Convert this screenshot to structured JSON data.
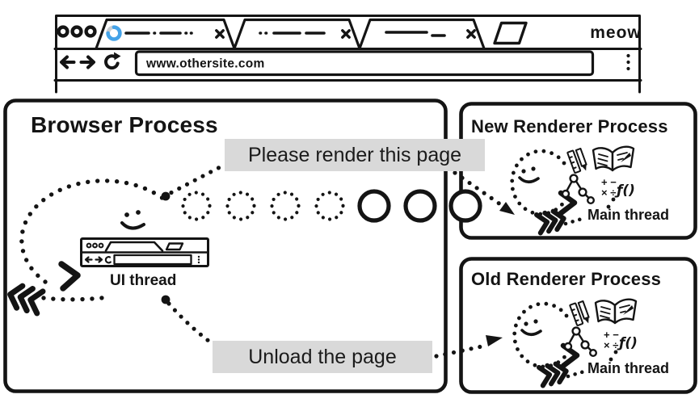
{
  "window": {
    "brand": "meow",
    "url": "www.othersite.com",
    "tab_count": 3
  },
  "processes": {
    "browser": {
      "title": "Browser Process",
      "thread_label": "UI thread"
    },
    "new_renderer": {
      "title": "New Renderer Process",
      "thread_label": "Main thread"
    },
    "old_renderer": {
      "title": "Old Renderer Process",
      "thread_label": "Main thread"
    }
  },
  "messages": {
    "render_page": "Please render this page",
    "unload_page": "Unload the page"
  },
  "glyphs": {
    "math_row1": "+ −",
    "math_row2": "× ÷",
    "function_sign": "ƒ()"
  },
  "colors": {
    "ink": "#141414",
    "label_bg": "#d9d9d9",
    "spinner_blue": "#45a3e8",
    "spinner_tail": "#c8cdd2"
  }
}
